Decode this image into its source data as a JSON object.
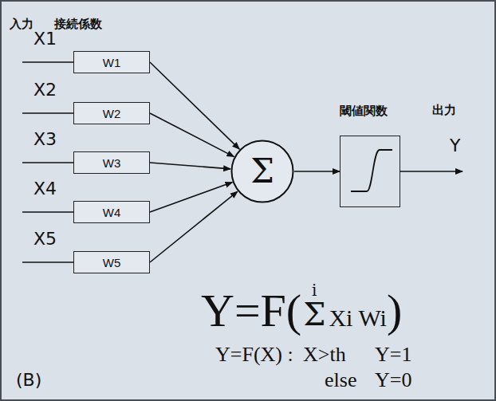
{
  "diagram": {
    "nodes": [
      {
        "text": [
          "W1"
        ]
      },
      {
        "text": [
          "W2"
        ]
      },
      {
        "text": [
          "W3"
        ]
      },
      {
        "text": [
          "W4"
        ]
      },
      {
        "text": [
          "W5"
        ]
      },
      {
        "text": [
          "Σ"
        ]
      },
      {
        "text": [
          "閾値関数"
        ]
      }
    ],
    "edges": [
      {
        "from": 0,
        "to": 5,
        "arrow": "to"
      },
      {
        "from": 1,
        "to": 5,
        "arrow": "to"
      },
      {
        "from": 2,
        "to": 5,
        "arrow": "to"
      },
      {
        "from": 3,
        "to": 5,
        "arrow": "to"
      },
      {
        "from": 4,
        "to": 5,
        "arrow": "to"
      },
      {
        "from": 5,
        "to": 6,
        "arrow": "to"
      }
    ],
    "labels": [
      "入力",
      "接続係数",
      "X1",
      "X2",
      "X3",
      "X4",
      "X5",
      "出力",
      "Y",
      "Y=F(",
      "i",
      "Σ",
      "Xi Wi",
      ")",
      "Y=F(X) :",
      "X>th",
      "Y=1",
      "else",
      "Y=0",
      "(B)"
    ]
  }
}
